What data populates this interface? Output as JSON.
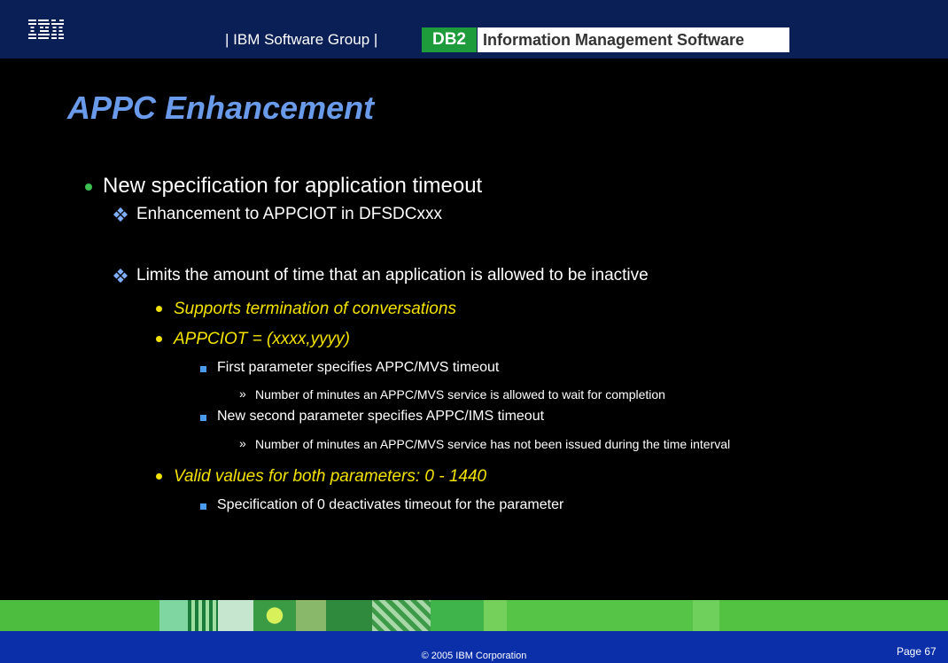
{
  "header": {
    "logo": "IBM",
    "group_text": "| IBM Software Group |",
    "db2_label": "DB2",
    "product_label": "Information Management Software"
  },
  "title": "APPC Enhancement",
  "body": {
    "b1": "New specification for application timeout",
    "b1_1": "Enhancement to APPCIOT in DFSDCxxx",
    "b1_2": "Limits the amount of time that an application is allowed to be inactive",
    "b2_1": "Supports termination of conversations",
    "b2_2": "APPCIOT = (xxxx,yyyy)",
    "b3_1": "First parameter specifies APPC/MVS timeout",
    "b4_1": "Number of minutes an APPC/MVS service is allowed to wait for completion",
    "b3_2": "New second parameter specifies APPC/IMS timeout",
    "b4_2": "Number of minutes an APPC/MVS service has not been issued during the time interval",
    "b2_3": "Valid values for both parameters:  0 - 1440",
    "b3_3": "Specification of 0 deactivates timeout for the parameter"
  },
  "footer": {
    "copyright": "© 2005 IBM Corporation",
    "page": "Page 67"
  },
  "colors": {
    "title": "#6a9bea",
    "bullet_green": "#3cbf50",
    "subitem_yellow": "#f3e200",
    "square_blue": "#4a9bf0",
    "header_bg": "#0b1f57",
    "footer_bg": "#0a2fa8",
    "band_green": "#55c445"
  }
}
